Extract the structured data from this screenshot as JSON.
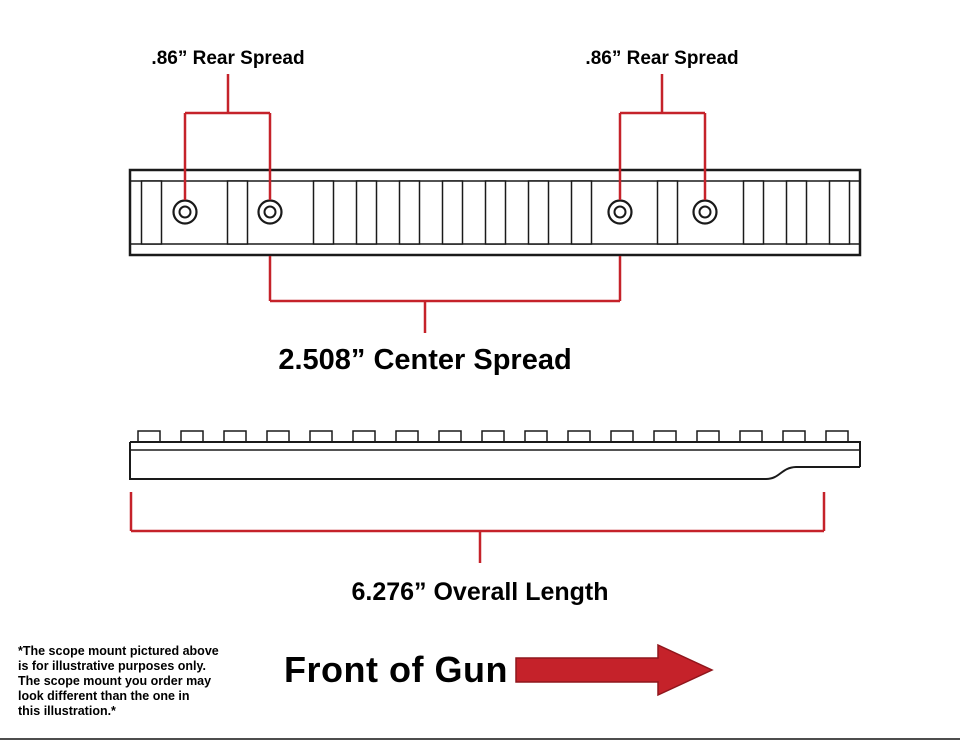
{
  "colors": {
    "accent_red": "#c5222a",
    "line_black": "#1a1a1a",
    "background": "#ffffff"
  },
  "annotations": {
    "rear_spread_left": {
      "label": ".86” Rear Spread",
      "value": ".86\""
    },
    "rear_spread_right": {
      "label": ".86” Rear Spread",
      "value": ".86\""
    },
    "center_spread": {
      "label": "2.508” Center Spread",
      "value": "2.508\""
    },
    "overall_length": {
      "label": "6.276” Overall Length",
      "value": "6.276\""
    }
  },
  "footer": {
    "front_of_gun": "Front of Gun",
    "arrow_icon": "right-block-arrow",
    "disclaimer_lines": [
      "*The scope mount pictured above",
      "is for illustrative purposes only.",
      "The scope mount you order may",
      "look different than the one in",
      "this illustration.*"
    ]
  },
  "diagram": {
    "measurements": [
      {
        "name": "rear spread (left screw pair)",
        "value": ".86\""
      },
      {
        "name": "rear spread (right screw pair)",
        "value": ".86\""
      },
      {
        "name": "center spread (inner screws)",
        "value": "2.508\""
      },
      {
        "name": "overall length",
        "value": "6.276\""
      }
    ],
    "screw_hole_count": 4
  }
}
